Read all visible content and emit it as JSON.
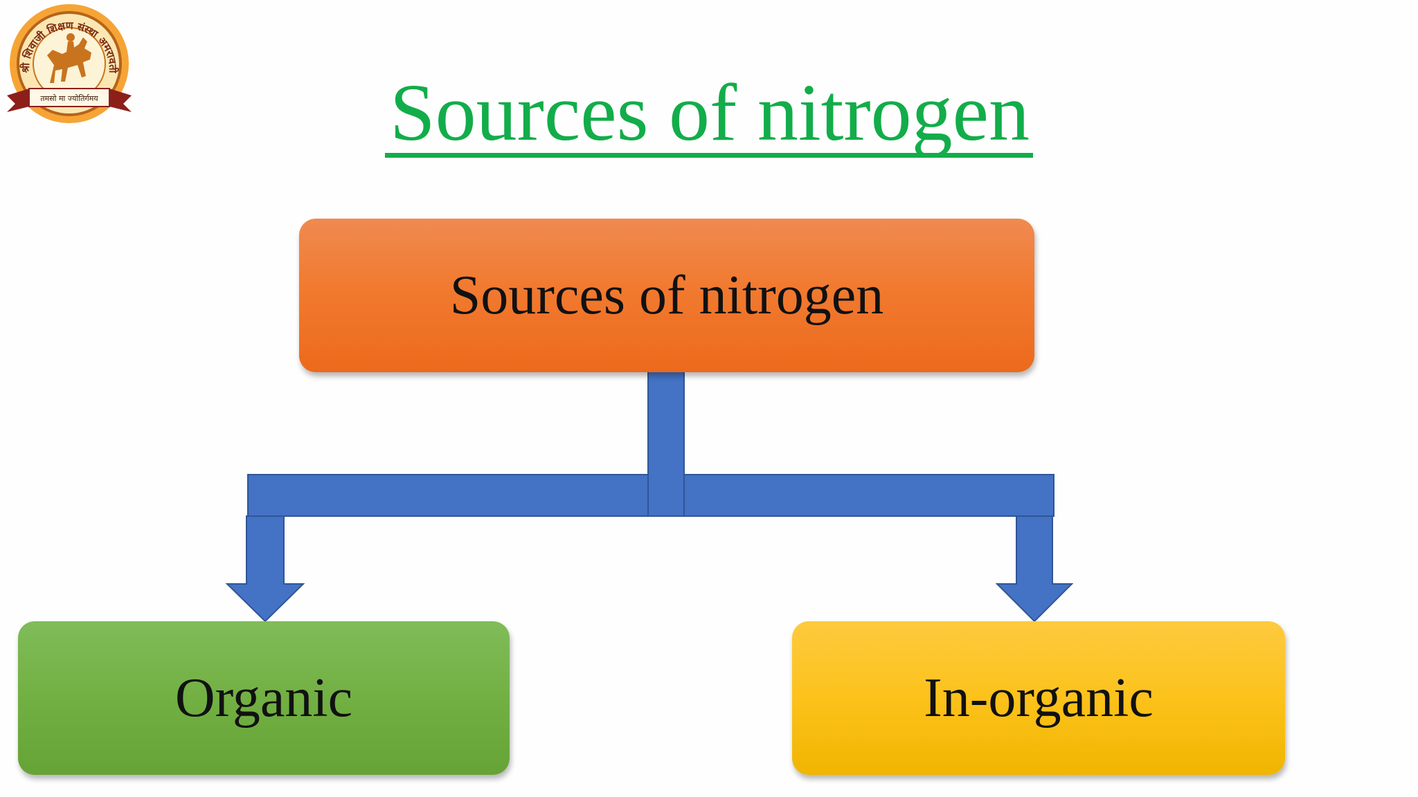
{
  "title": "Sources of nitrogen",
  "logo": {
    "upper_text": "श्री शिवाजी शिक्षण संस्था अमरावती",
    "motto": "तमसो मा ज्योतिर्गमय"
  },
  "diagram": {
    "root": "Sources of nitrogen",
    "children": [
      "Organic",
      "In-organic"
    ]
  },
  "colors": {
    "title": "#12ad4a",
    "root_box": "#f17a30",
    "organic_box": "#72b043",
    "inorganic_box": "#fcc21b",
    "arrows": "#4472c4"
  }
}
